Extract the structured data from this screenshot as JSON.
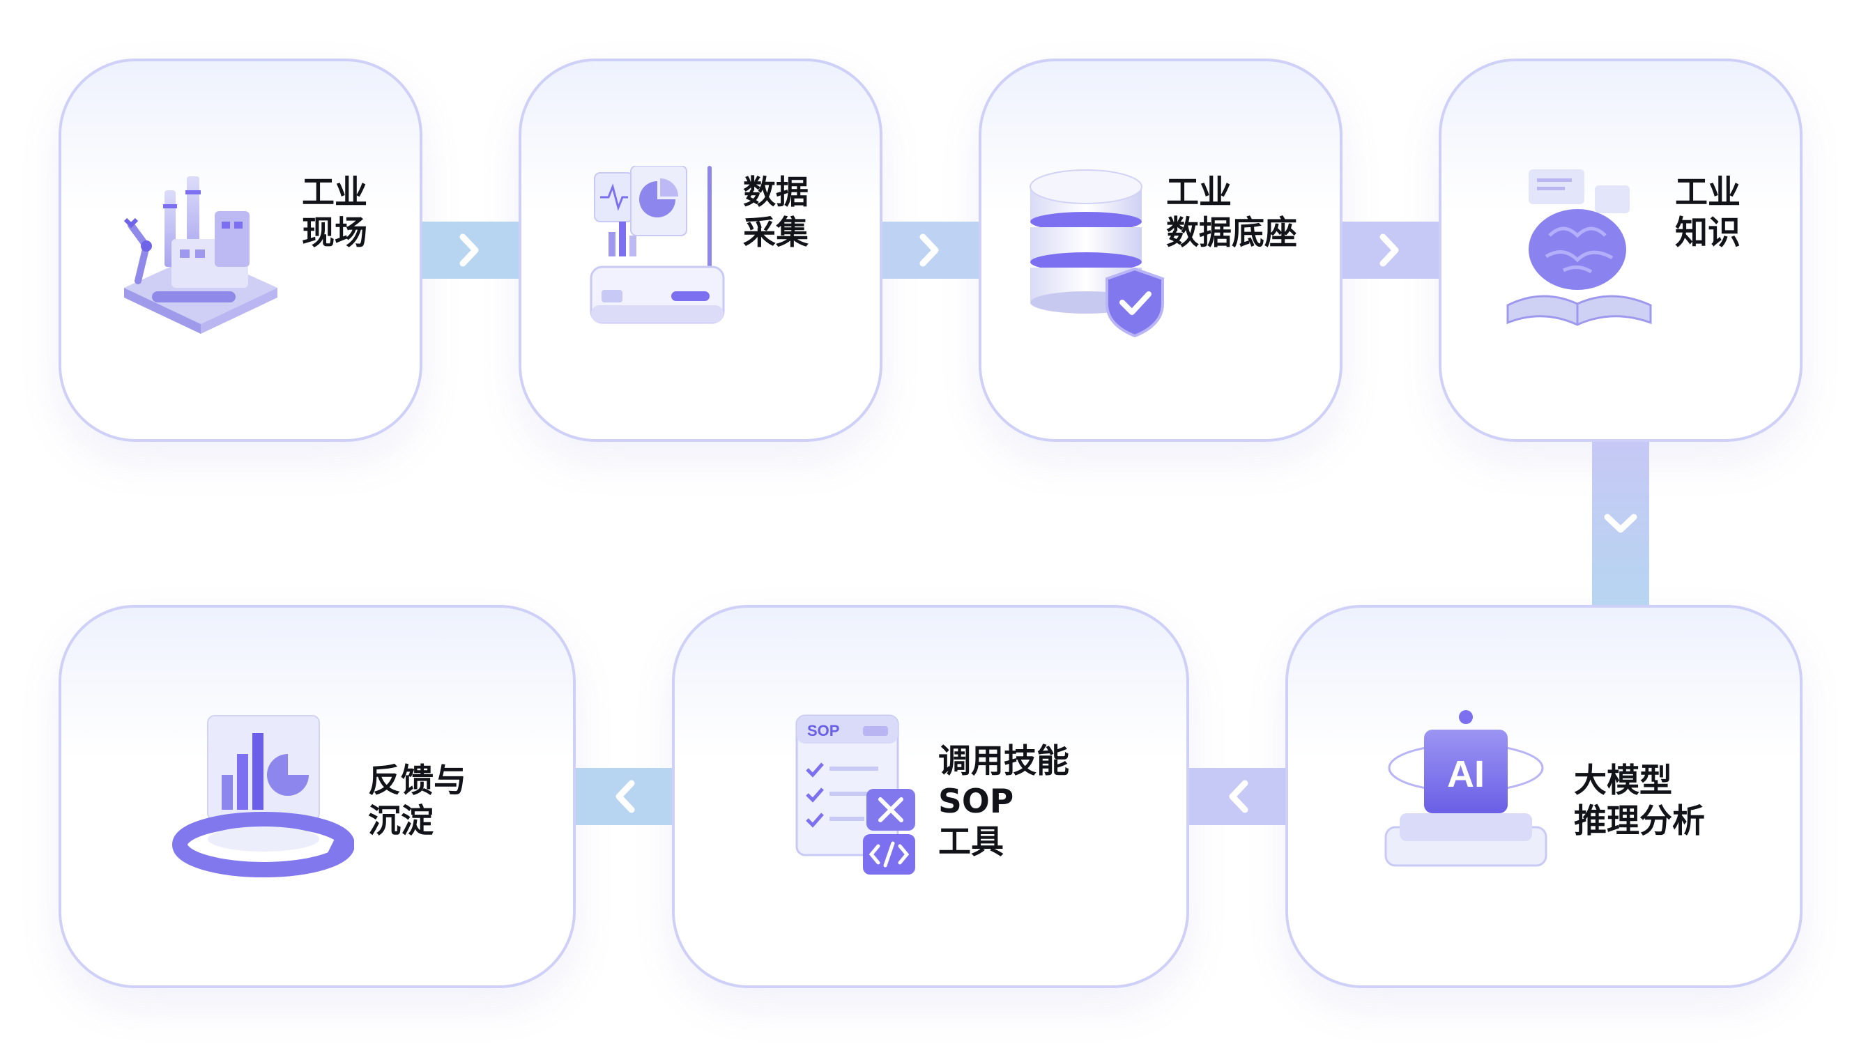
{
  "steps": [
    {
      "id": "s1",
      "lines": [
        "工业",
        "现场"
      ],
      "icon": "factory-robot-arm-icon"
    },
    {
      "id": "s2",
      "lines": [
        "数据",
        "采集"
      ],
      "icon": "data-gateway-router-icon"
    },
    {
      "id": "s3",
      "lines": [
        "工业",
        "数据底座"
      ],
      "icon": "database-shield-icon"
    },
    {
      "id": "s4",
      "lines": [
        "工业",
        "知识"
      ],
      "icon": "brain-book-icon"
    },
    {
      "id": "s5",
      "lines": [
        "大模型",
        "推理分析"
      ],
      "icon": "ai-chip-cube-icon"
    },
    {
      "id": "s6",
      "lines": [
        "调用技能",
        "SOP",
        "工具"
      ],
      "icon": "sop-checklist-tools-icon"
    },
    {
      "id": "s7",
      "lines": [
        "反馈与",
        "沉淀"
      ],
      "icon": "feedback-chart-cycle-icon"
    }
  ],
  "illustration_text": {
    "sop_doc": "SOP",
    "ai_cube": "AI"
  },
  "colors": {
    "card_border": "#cfd0f7",
    "connector": "#b7d5f1",
    "connector_purple": "#c6c8f5",
    "accent": "#7c6ff0",
    "text": "#111319"
  }
}
